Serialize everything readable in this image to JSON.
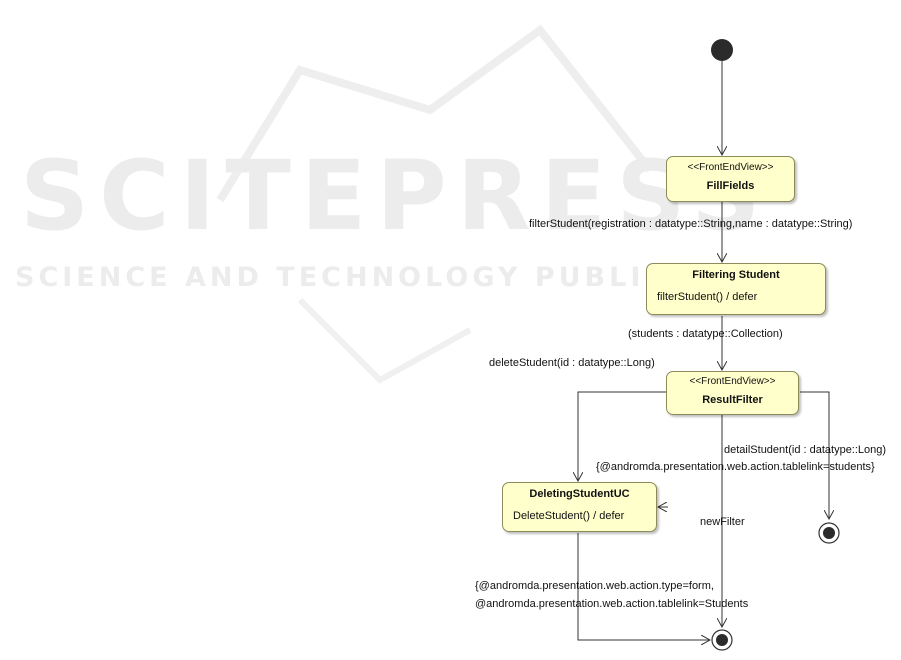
{
  "watermark": {
    "main": "SCITEPRESS",
    "sub": "SCIENCE AND TECHNOLOGY PUBLICATIONS"
  },
  "states": {
    "fill_fields": {
      "stereotype": "<<FrontEndView>>",
      "name": "FillFields"
    },
    "filtering_student": {
      "name": "Filtering Student",
      "activity": "filterStudent() / defer"
    },
    "result_filter": {
      "stereotype": "<<FrontEndView>>",
      "name": "ResultFilter"
    },
    "deleting_student_uc": {
      "name": "DeletingStudentUC",
      "activity": "DeleteStudent() / defer"
    }
  },
  "transitions": {
    "filter_student": "filterStudent(registration : datatype::String,name : datatype::String)",
    "students": "(students : datatype::Collection)",
    "delete_student": "deleteStudent(id : datatype::Long)",
    "detail_student_1": "detailStudent(id : datatype::Long)",
    "detail_student_2": "{@andromda.presentation.web.action.tablelink=students}",
    "new_filter": "newFilter",
    "delete_done_1": "{@andromda.presentation.web.action.type=form,",
    "delete_done_2": "@andromda.presentation.web.action.tablelink=Students"
  },
  "colors": {
    "state_fill": "#ffffcc",
    "state_border": "#8c8c5a",
    "line": "#333333"
  }
}
